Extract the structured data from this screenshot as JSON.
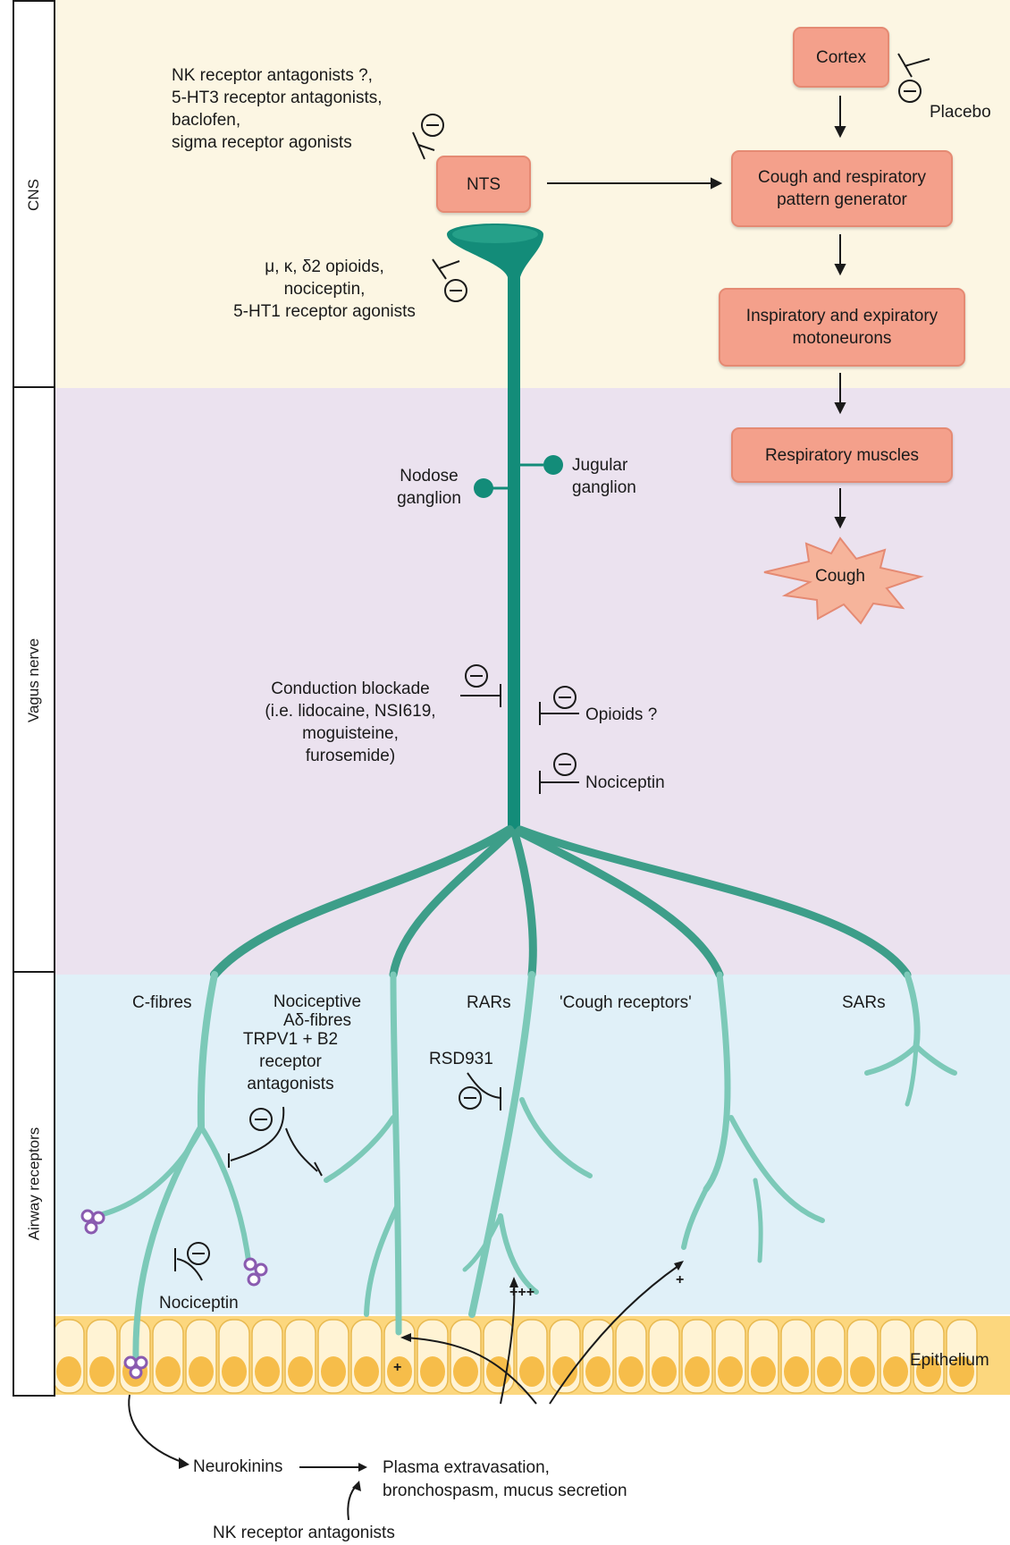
{
  "sections": {
    "cns": "CNS",
    "vagus": "Vagus nerve",
    "airway": "Airway receptors"
  },
  "boxes": {
    "cortex": "Cortex",
    "nts": "NTS",
    "cpg": [
      "Cough and respiratory",
      "pattern generator"
    ],
    "motoneurons": [
      "Inspiratory and expiratory",
      "motoneurons"
    ],
    "muscles": "Respiratory muscles",
    "cough": "Cough"
  },
  "labels": {
    "placebo": "Placebo",
    "nts_drugs": [
      "NK receptor antagonists ?,",
      "5-HT3 receptor antagonists,",
      "baclofen,",
      "sigma receptor agonists"
    ],
    "opioid_drugs": [
      "μ, κ, δ2 opioids,",
      "nociceptin,",
      "5-HT1 receptor agonists"
    ],
    "nodose": [
      "Nodose",
      "ganglion"
    ],
    "jugular": [
      "Jugular",
      "ganglion"
    ],
    "conduction": [
      "Conduction blockade",
      "(i.e. lidocaine, NSI619,",
      "moguisteine,",
      "furosemide)"
    ],
    "opioids_q": "Opioids ?",
    "nociceptin_vagus": "Nociceptin",
    "c_fibres": "C-fibres",
    "nociceptive": [
      "Nociceptive",
      "Aδ-fibres"
    ],
    "trpv1": [
      "TRPV1 + B2",
      "receptor",
      "antagonists"
    ],
    "rars": "RARs",
    "cough_receptors": "'Cough receptors'",
    "sars": "SARs",
    "rsd931": "RSD931",
    "nociceptin_airway": "Nociceptin",
    "plus_triple": "+++",
    "plus_single": "+",
    "plus_epi": "+",
    "epithelium": "Epithelium",
    "neurokinins": "Neurokinins",
    "plasma": [
      "Plasma extravasation,",
      "bronchospasm, mucus secretion"
    ],
    "nk_antagonists": "NK receptor antagonists"
  },
  "inhibit_symbol": "⊖",
  "colors": {
    "cns_bg": "#fcf6e3",
    "vagus_bg": "#ebe2ef",
    "airway_bg": "#e0f0f8",
    "nerve": "#138c79",
    "branch": "#7cc9b8",
    "box": "#f4a08b",
    "epithelium": "#fcd77e"
  }
}
